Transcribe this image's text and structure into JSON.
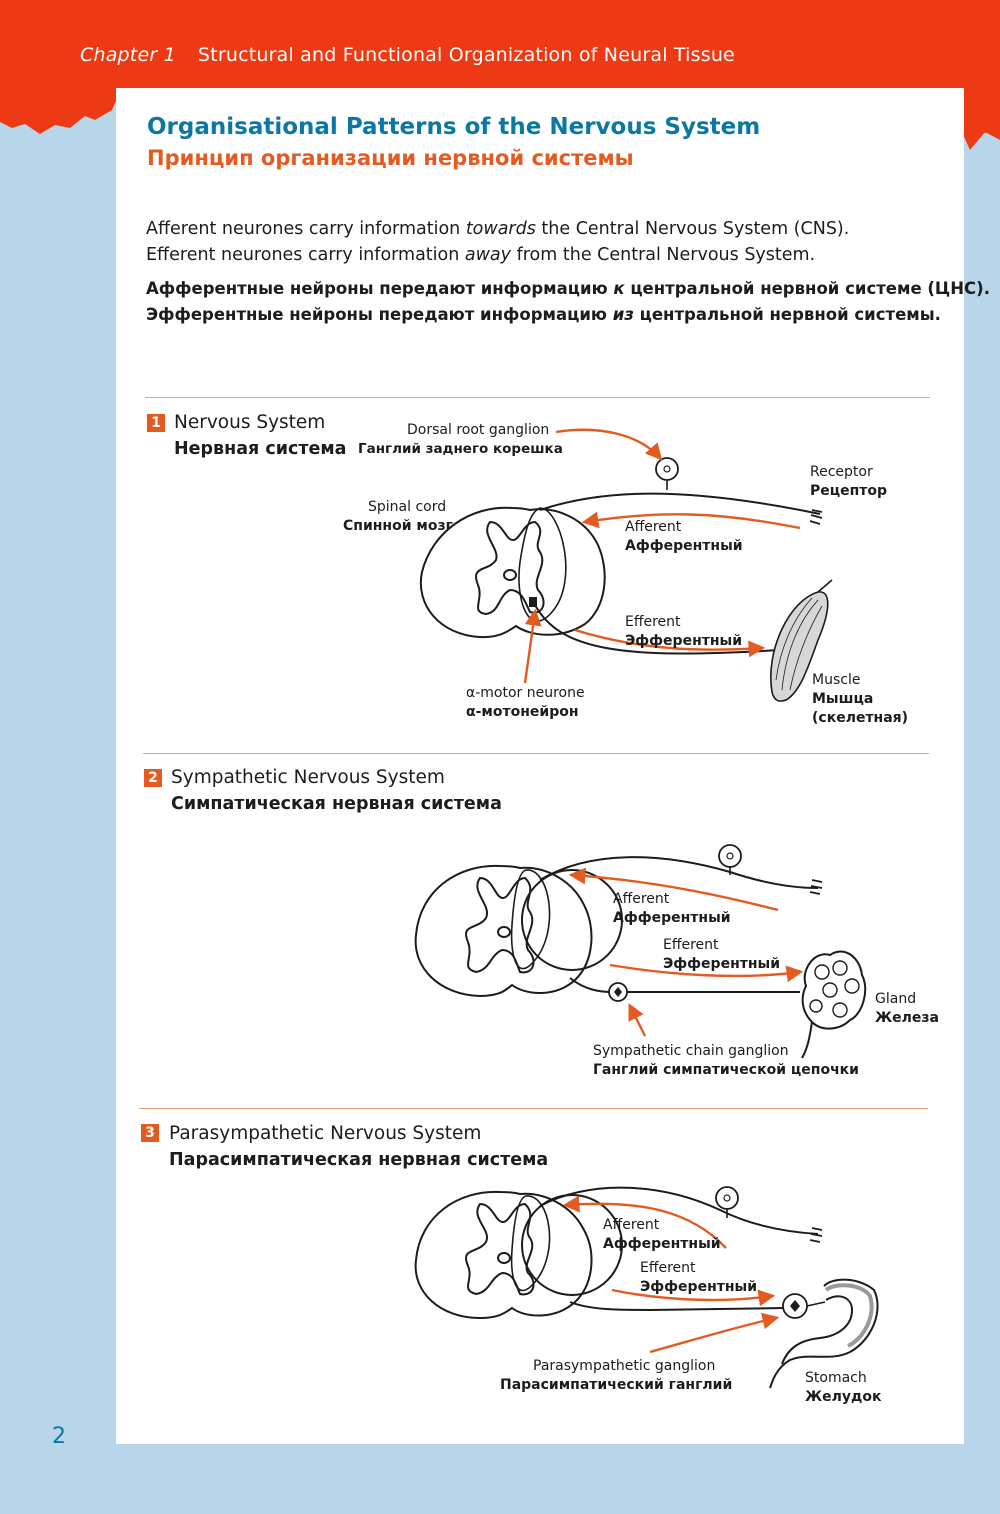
{
  "header": {
    "chapter_label": "Chapter 1",
    "chapter_title": "Structural and Functional Organization of Neural Tissue"
  },
  "title": {
    "en": "Organisational Patterns of the Nervous System",
    "ru": "Принцип организации нервной системы"
  },
  "intro": {
    "en_line1_a": "Afferent neurones carry information ",
    "en_line1_em": "towards",
    "en_line1_b": " the Central Nervous System (CNS).",
    "en_line2_a": "Efferent neurones carry information ",
    "en_line2_em": "away",
    "en_line2_b": " from the Central Nervous System.",
    "ru_line1_a": "Афферентные нейроны передают информацию ",
    "ru_line1_em": "к",
    "ru_line1_b": " центральной нервной системе (ЦНС).",
    "ru_line2_a": "Эфферентные нейроны передают информацию ",
    "ru_line2_em": "из",
    "ru_line2_b": " центральной нервной системы."
  },
  "sections": [
    {
      "number": "1",
      "title_en": "Nervous System",
      "title_ru": "Нервная система",
      "labels": {
        "drg_en": "Dorsal root ganglion",
        "drg_ru": "Ганглий заднего корешка",
        "spinal_en": "Spinal cord",
        "spinal_ru": "Спинной мозг",
        "receptor_en": "Receptor",
        "receptor_ru": "Рецептор",
        "afferent_en": "Afferent",
        "afferent_ru": "Афферентный",
        "efferent_en": "Efferent",
        "efferent_ru": "Эфферентный",
        "motor_en": "α-motor neurone",
        "motor_ru": "α-мотонейрон",
        "muscle_en": "Muscle",
        "muscle_ru": "Мышца",
        "muscle_ru2": "(скелетная)"
      }
    },
    {
      "number": "2",
      "title_en": "Sympathetic Nervous System",
      "title_ru": "Симпатическая нервная система",
      "labels": {
        "afferent_en": "Afferent",
        "afferent_ru": "Афферентный",
        "efferent_en": "Efferent",
        "efferent_ru": "Эфферентный",
        "gland_en": "Gland",
        "gland_ru": "Железа",
        "chain_en": "Sympathetic chain ganglion",
        "chain_ru": "Ганглий симпатической цепочки"
      }
    },
    {
      "number": "3",
      "title_en": "Parasympathetic Nervous System",
      "title_ru": "Парасимпатическая нервная система",
      "labels": {
        "afferent_en": "Afferent",
        "afferent_ru": "Афферентный",
        "efferent_en": "Efferent",
        "efferent_ru": "Эфферентный",
        "para_en": "Parasympathetic ganglion",
        "para_ru": "Парасимпатический ганглий",
        "stomach_en": "Stomach",
        "stomach_ru": "Желудок"
      }
    }
  ],
  "page_number": "2",
  "colors": {
    "accent_orange": "#e45b22",
    "accent_blue": "#0b77a3",
    "background": "#b9d5e9"
  }
}
